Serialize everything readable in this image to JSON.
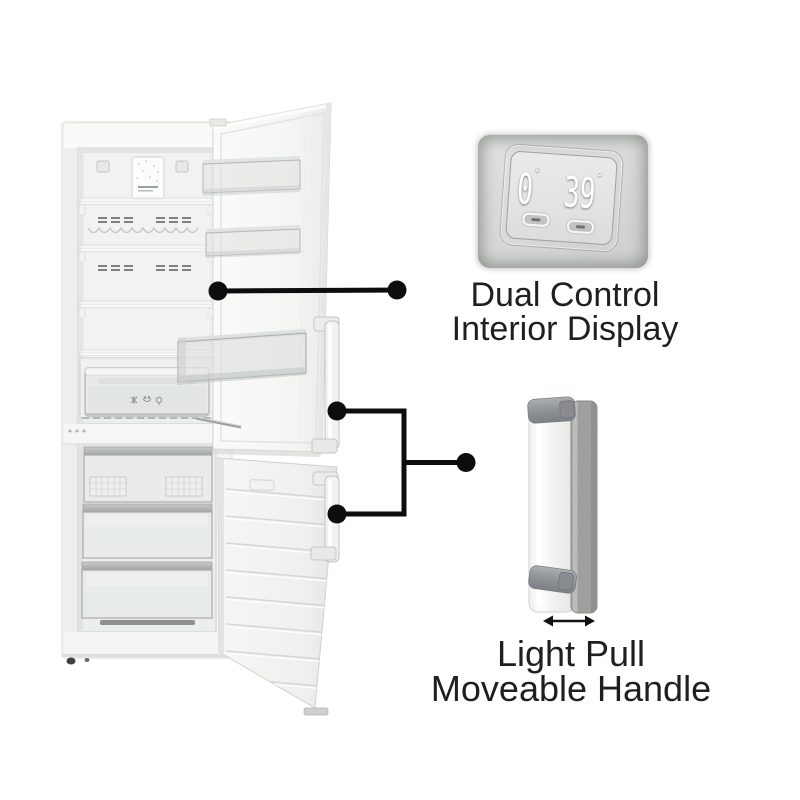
{
  "callout_display": {
    "title_line1": "Dual Control",
    "title_line2": "Interior Display",
    "screen": {
      "freezer_value": "0",
      "fridge_value": "39",
      "degree": "°"
    }
  },
  "callout_handle": {
    "title_line1": "Light Pull",
    "title_line2": "Moveable Handle"
  },
  "illustration": {
    "subject": "bottom-freezer fridge freezer with both doors open",
    "fridge_shelves": 4,
    "door_bins": 3,
    "freezer_drawers": 3,
    "callout_targets": [
      "interior display area",
      "fridge door handle",
      "freezer door handle"
    ]
  },
  "icons": {
    "move_arrow": "double-headed horizontal arrow",
    "callout_dot": "filled black circle connector"
  },
  "colors": {
    "background": "#ffffff",
    "callout_line": "#0d0d0d",
    "label_text": "#1f1f1d",
    "fridge_body": "#f5f5f4",
    "fridge_interior": "#eceeec",
    "door_face": "#f7f7f6",
    "display_bezel": "#d8dbd8",
    "display_screen": "#e6e8e5",
    "display_digits": "#ffffff",
    "handle_bar": "#ababa9",
    "handle_clip": "#8f9297"
  }
}
